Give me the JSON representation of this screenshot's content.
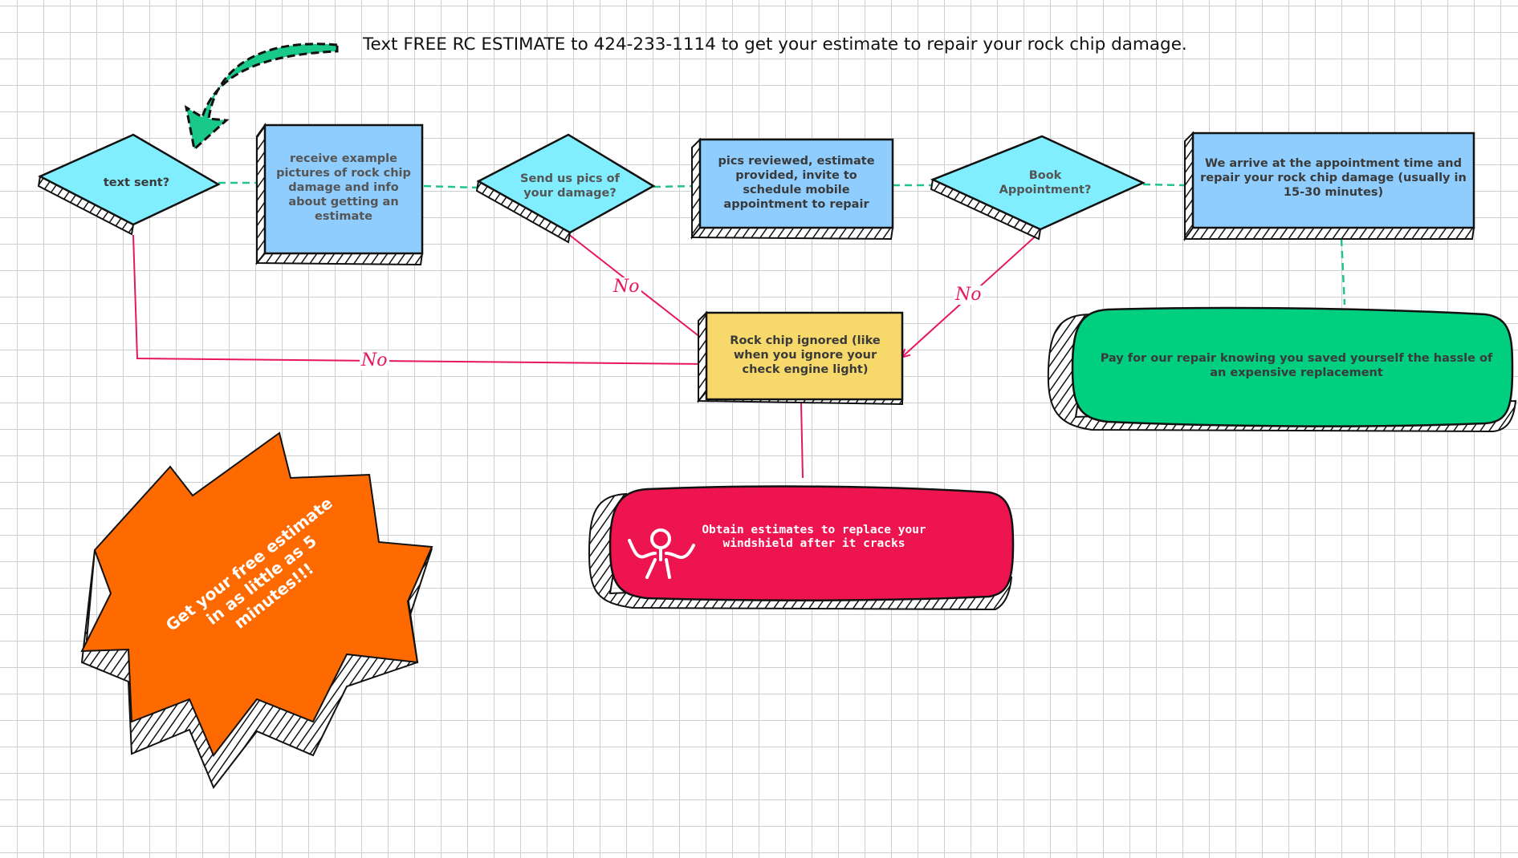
{
  "headline": "Text FREE RC ESTIMATE to 424-233-1114 to get your estimate to repair your rock chip damage.",
  "nodes": {
    "text_sent": "text sent?",
    "receive_examples": "receive example pictures of rock chip damage and info about getting an estimate",
    "send_pics": "Send us pics of your damage?",
    "pics_reviewed": "pics reviewed, estimate provided, invite to schedule mobile appointment to repair",
    "book_appointment": "Book Appointment?",
    "we_arrive": "We arrive at the appointment time and repair  your rock chip damage (usually in 15-30 minutes)",
    "pay_repair": "Pay for our repair knowing you saved yourself the hassle of an expensive replacement",
    "rock_chip_ignored": "Rock chip ignored (like when you ignore your check engine light)",
    "obtain_estimates": "Obtain estimates to replace your windshield after it cracks",
    "starburst": "Get your free estimate in as little as 5 minutes!!!"
  },
  "edge_labels": {
    "no_1": "No",
    "no_2": "No",
    "no_3": "No"
  },
  "icons": {
    "arrow": "curved-arrow-icon",
    "person": "stick-figure-icon"
  },
  "colors": {
    "diamond": "#80eeff",
    "box": "#8ecdfd",
    "yellow": "#f7d96b",
    "green": "#00cf7f",
    "red": "#ee1450",
    "orange": "#ff6a00",
    "connector_dashed": "#22c48a",
    "connector_no": "#e8175d"
  }
}
